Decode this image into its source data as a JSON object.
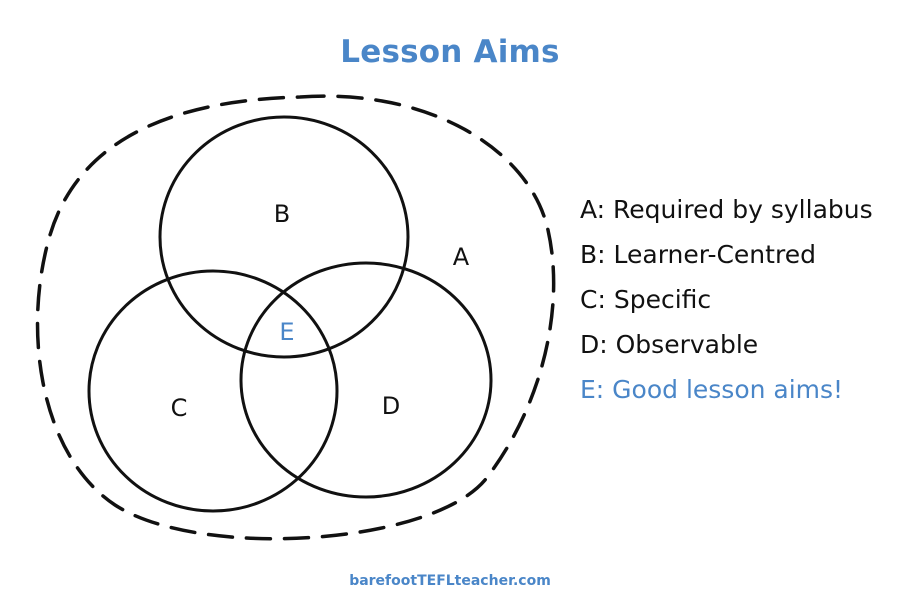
{
  "title": "Lesson Aims",
  "regions": {
    "A": "A",
    "B": "B",
    "C": "C",
    "D": "D",
    "E": "E"
  },
  "legend": [
    {
      "text": "A: Required by syllabus"
    },
    {
      "text": "B: Learner-Centred"
    },
    {
      "text": "C: Specific"
    },
    {
      "text": "D: Observable"
    },
    {
      "text": "E: Good lesson aims!"
    }
  ],
  "footer": "barefootTEFLteacher.com",
  "colors": {
    "accent": "#4a86c8",
    "ink": "#111111"
  }
}
